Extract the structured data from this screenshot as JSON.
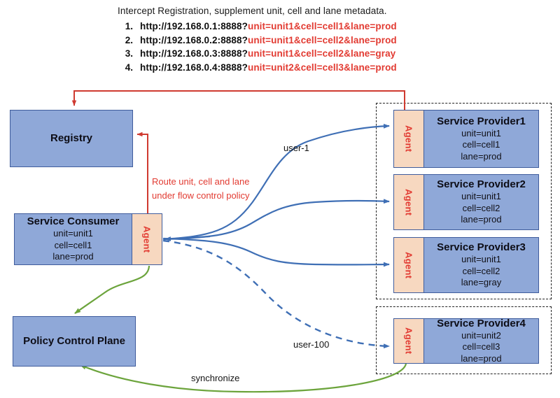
{
  "header": {
    "title": "Intercept Registration, supplement unit, cell and lane metadata.",
    "endpoints": [
      {
        "url": "http://192.168.0.1:8888?",
        "query": "unit=unit1&cell=cell1&lane=prod"
      },
      {
        "url": "http://192.168.0.2:8888?",
        "query": "unit=unit1&cell=cell2&lane=prod"
      },
      {
        "url": "http://192.168.0.3:8888?",
        "query": "unit=unit1&cell=cell2&lane=gray"
      },
      {
        "url": "http://192.168.0.4:8888?",
        "query": "unit=unit2&cell=cell3&lane=prod"
      }
    ]
  },
  "nodes": {
    "registry": {
      "name": "Registry"
    },
    "consumer": {
      "name": "Service Consumer",
      "agent": "Agent",
      "meta": [
        "unit=unit1",
        "cell=cell1",
        "lane=prod"
      ]
    },
    "policy": {
      "name": "Policy Control Plane"
    },
    "providers": [
      {
        "name": "Service Provider1",
        "agent": "Agent",
        "meta": [
          "unit=unit1",
          "cell=cell1",
          "lane=prod"
        ]
      },
      {
        "name": "Service Provider2",
        "agent": "Agent",
        "meta": [
          "unit=unit1",
          "cell=cell2",
          "lane=prod"
        ]
      },
      {
        "name": "Service Provider3",
        "agent": "Agent",
        "meta": [
          "unit=unit1",
          "cell=cell2",
          "lane=gray"
        ]
      },
      {
        "name": "Service Provider4",
        "agent": "Agent",
        "meta": [
          "unit=unit2",
          "cell=cell3",
          "lane=prod"
        ]
      }
    ]
  },
  "labels": {
    "route_policy_line1": "Route unit, cell and lane",
    "route_policy_line2": "under flow control policy",
    "user_1": "user-1",
    "user_100": "user-100",
    "synchronize": "synchronize"
  },
  "colors": {
    "node_fill": "#8fa8d8",
    "node_border": "#3f5c9c",
    "agent_fill": "#f7d8c0",
    "accent_red": "#e23b32",
    "flow_blue": "#3f6fb5",
    "sync_green": "#6ca43c",
    "dashed_border": "#222222"
  }
}
